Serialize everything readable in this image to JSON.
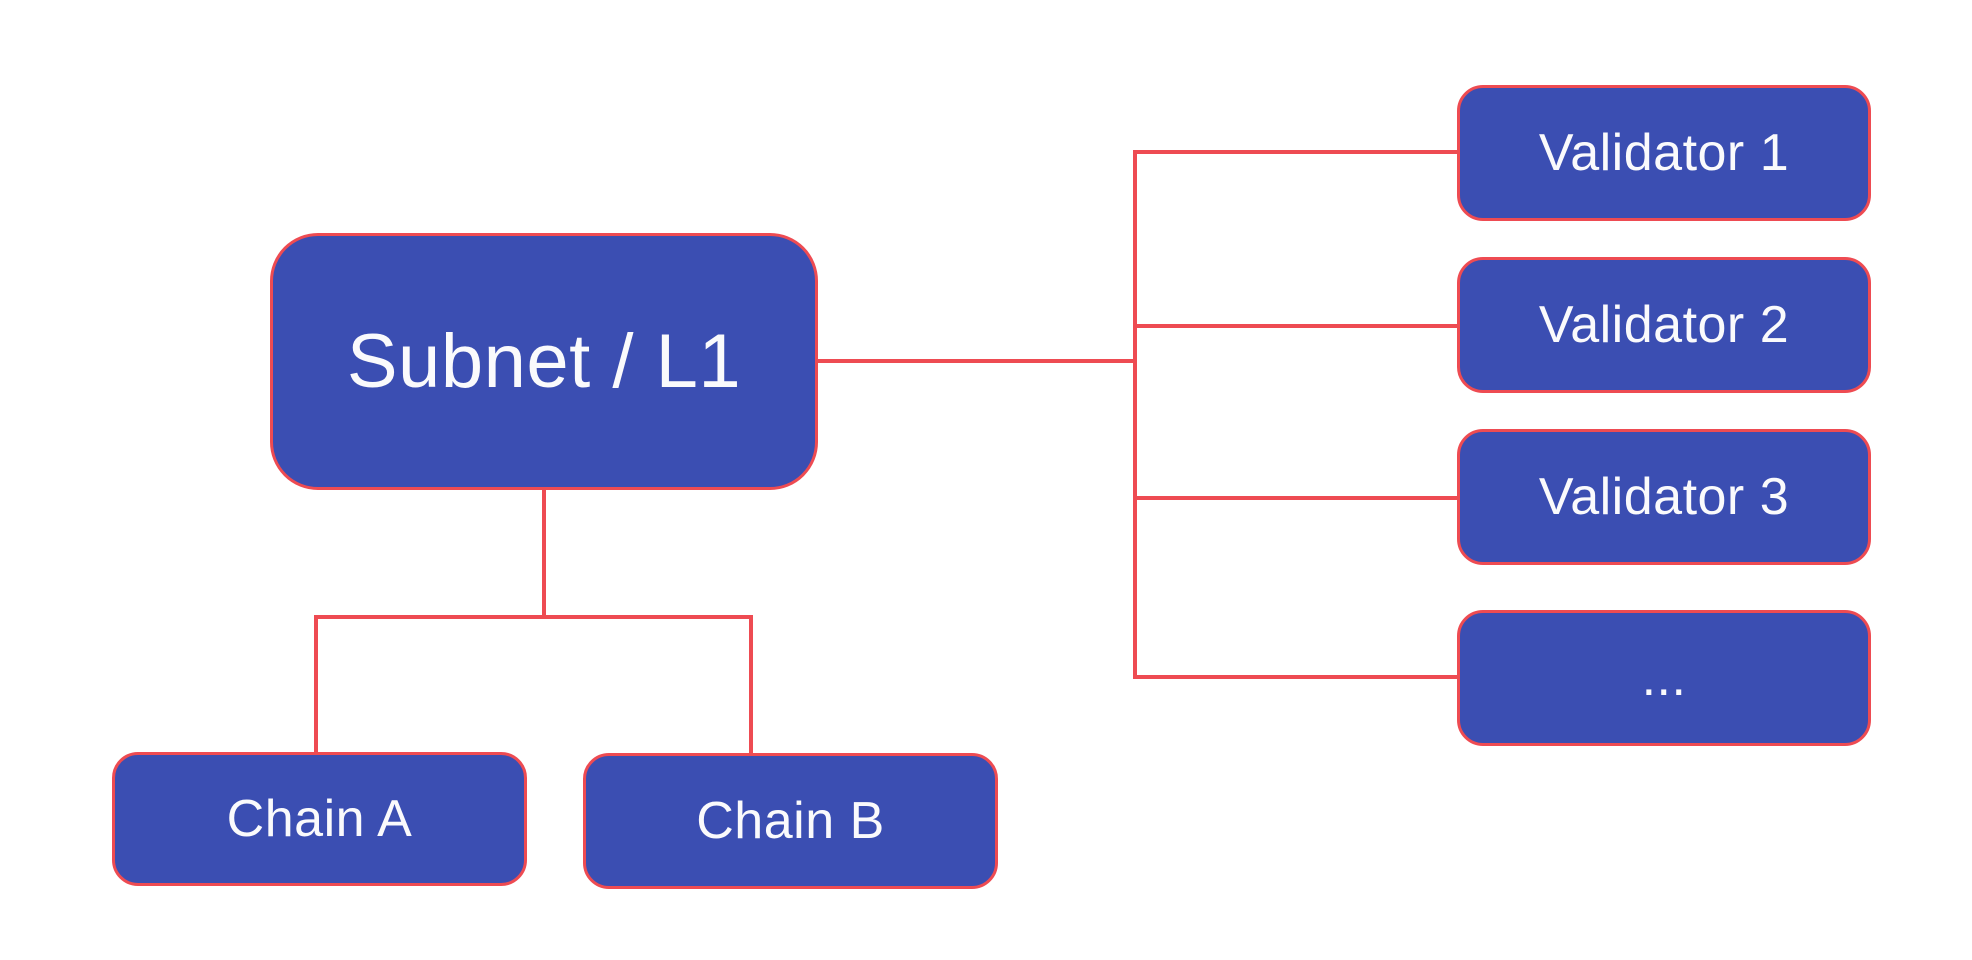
{
  "colors": {
    "background": "#FFFFFF",
    "node_fill": "#3B4EB2",
    "node_border": "#EE4B52",
    "connector": "#EE4B52",
    "node_text": "#FAFAFC"
  },
  "diagram": {
    "nodes": {
      "subnet": {
        "label": "Subnet / L1"
      },
      "chain_a": {
        "label": "Chain A"
      },
      "chain_b": {
        "label": "Chain B"
      },
      "validator_1": {
        "label": "Validator 1"
      },
      "validator_2": {
        "label": "Validator 2"
      },
      "validator_3": {
        "label": "Validator 3"
      },
      "validator_more": {
        "label": "..."
      }
    }
  }
}
